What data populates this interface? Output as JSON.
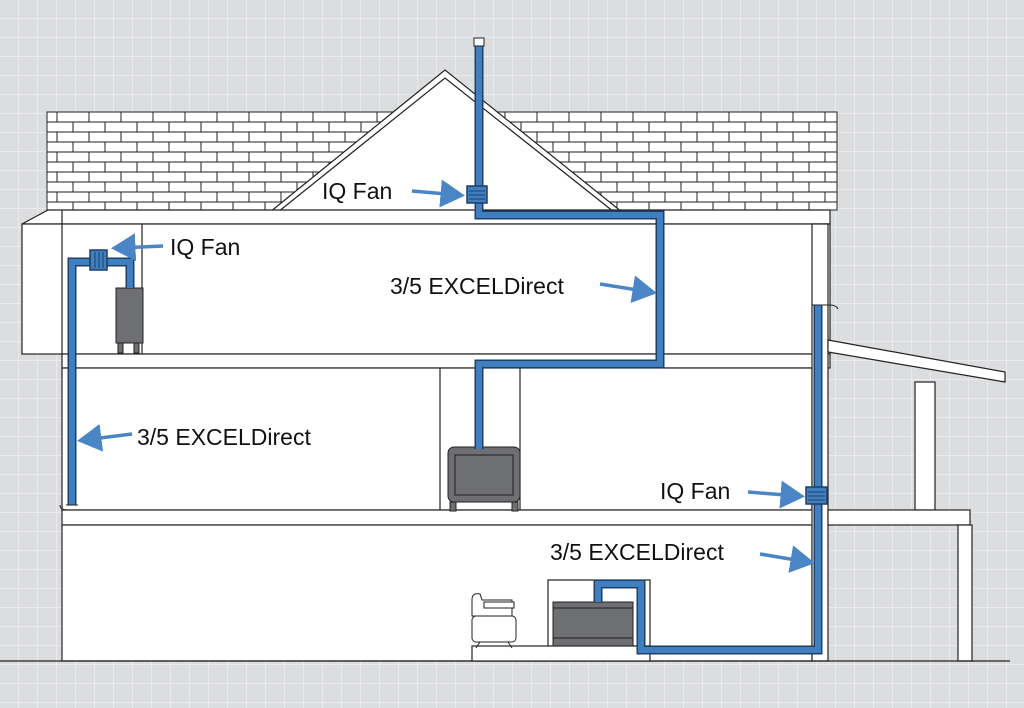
{
  "diagram": {
    "labels": {
      "fan_attic": "IQ Fan",
      "fan_upper_left": "IQ Fan",
      "fan_right": "IQ Fan",
      "vent_upper": "3/5 EXCELDirect",
      "vent_left": "3/5 EXCELDirect",
      "vent_lower_right": "3/5 EXCELDirect"
    },
    "colors": {
      "background": "#dcdddf",
      "grid": "#eeeff0",
      "pipe": "#3f7fc0",
      "pipe_outline": "#1f3f66",
      "arrow": "#4a86c5",
      "appliance": "#6e6f72",
      "line": "#222222"
    }
  }
}
